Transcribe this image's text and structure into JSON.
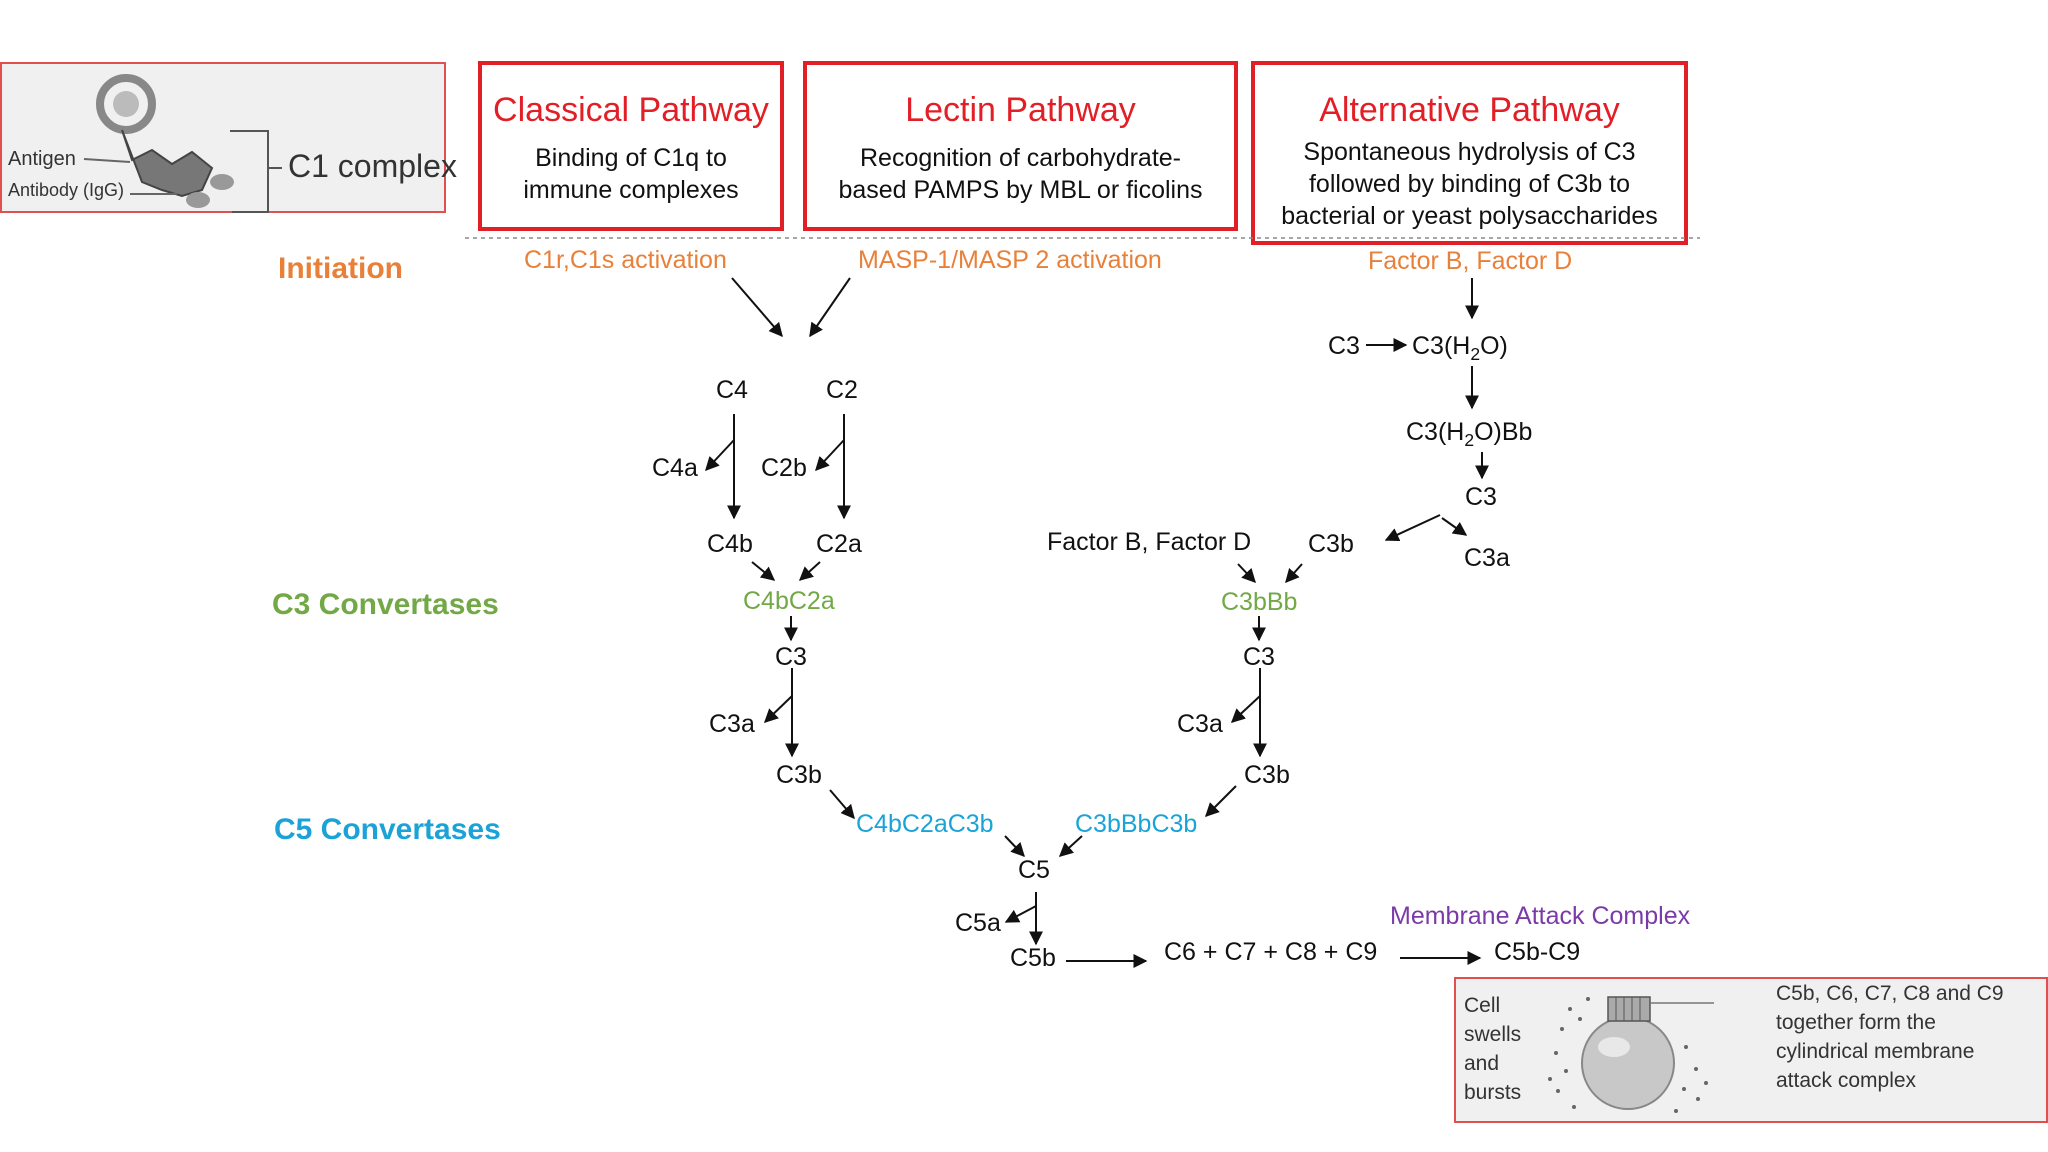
{
  "c1_panel": {
    "antigen": "Antigen",
    "antibody": "Antibody (IgG)",
    "complex": "C1 complex"
  },
  "pathways": {
    "classical": {
      "title": "Classical Pathway",
      "desc1": "Binding of C1q to",
      "desc2": "immune complexes"
    },
    "lectin": {
      "title": "Lectin Pathway",
      "desc1": "Recognition of carbohydrate-",
      "desc2": "based PAMPS by MBL or ficolins"
    },
    "alternative": {
      "title": "Alternative Pathway",
      "desc1": "Spontaneous hydrolysis of C3",
      "desc2": "followed by binding of C3b to",
      "desc3": "bacterial or yeast polysaccharides"
    }
  },
  "stages": {
    "initiation": "Initiation",
    "c3_convertases": "C3 Convertases",
    "c5_convertases": "C5 Convertases"
  },
  "activation": {
    "classical": "C1r,C1s activation",
    "lectin": "MASP-1/MASP 2 activation",
    "alternative": "Factor B, Factor D"
  },
  "nodes": {
    "c4": "C4",
    "c2": "C2",
    "c4a": "C4a",
    "c2b": "C2b",
    "c4b": "C4b",
    "c2a": "C2a",
    "c4bc2a": "C4bC2a",
    "c3_left": "C3",
    "c3a_left": "C3a",
    "c3b_left": "C3b",
    "alt_c3": "C3",
    "c3h2o_base": "C3(H",
    "c3h2o_sub": "2",
    "c3h2o_end": "O)",
    "c3h2obb_base": "C3(H",
    "c3h2obb_sub": "2",
    "c3h2obb_end": "O)Bb",
    "alt_c3_2": "C3",
    "alt_c3b": "C3b",
    "alt_c3a": "C3a",
    "factor_bd": "Factor B, Factor D",
    "c3bbb": "C3bBb",
    "c3_right": "C3",
    "c3a_right": "C3a",
    "c3b_right": "C3b",
    "c4bc2ac3b": "C4bC2aC3b",
    "c3bbbc3b": "C3bBbC3b",
    "c5": "C5",
    "c5a": "C5a",
    "c5b": "C5b",
    "c6c9": "C6 + C7 + C8 + C9",
    "c5bc9": "C5b-C9"
  },
  "mac": {
    "title": "Membrane Attack Complex",
    "cell_text": "Cell swells and bursts",
    "caption": "C5b, C6, C7, C8 and C9 together form the cylindrical membrane attack complex"
  },
  "colors": {
    "pathway_red": "#e21f26",
    "initiation_orange": "#e8803a",
    "c3_green": "#72a845",
    "c5_blue": "#1ba3d8",
    "mac_purple": "#7a3aa8"
  }
}
